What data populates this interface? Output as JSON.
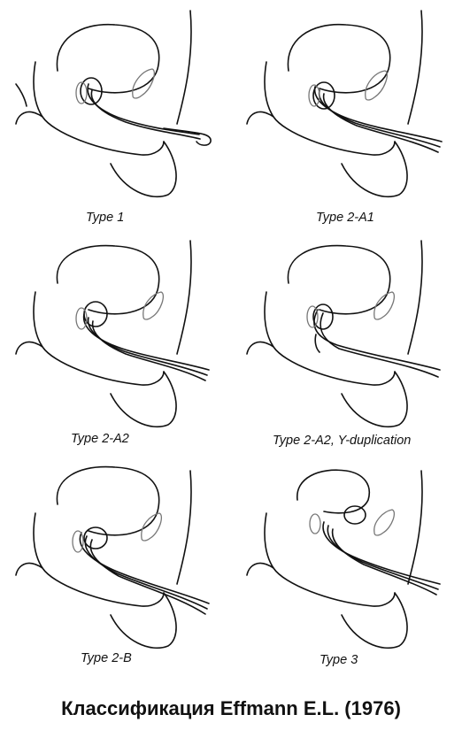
{
  "title": "Классификация Effmann E.L. (1976)",
  "panels": [
    {
      "id": "type-1",
      "caption": "Type 1"
    },
    {
      "id": "type-2-a1",
      "caption": "Type 2-A1"
    },
    {
      "id": "type-2-a2",
      "caption": "Type 2-A2"
    },
    {
      "id": "type-2-a2-y",
      "caption": "Type 2-A2, Y-duplication"
    },
    {
      "id": "type-2-b",
      "caption": "Type 2-B"
    },
    {
      "id": "type-3",
      "caption": "Type 3"
    }
  ]
}
